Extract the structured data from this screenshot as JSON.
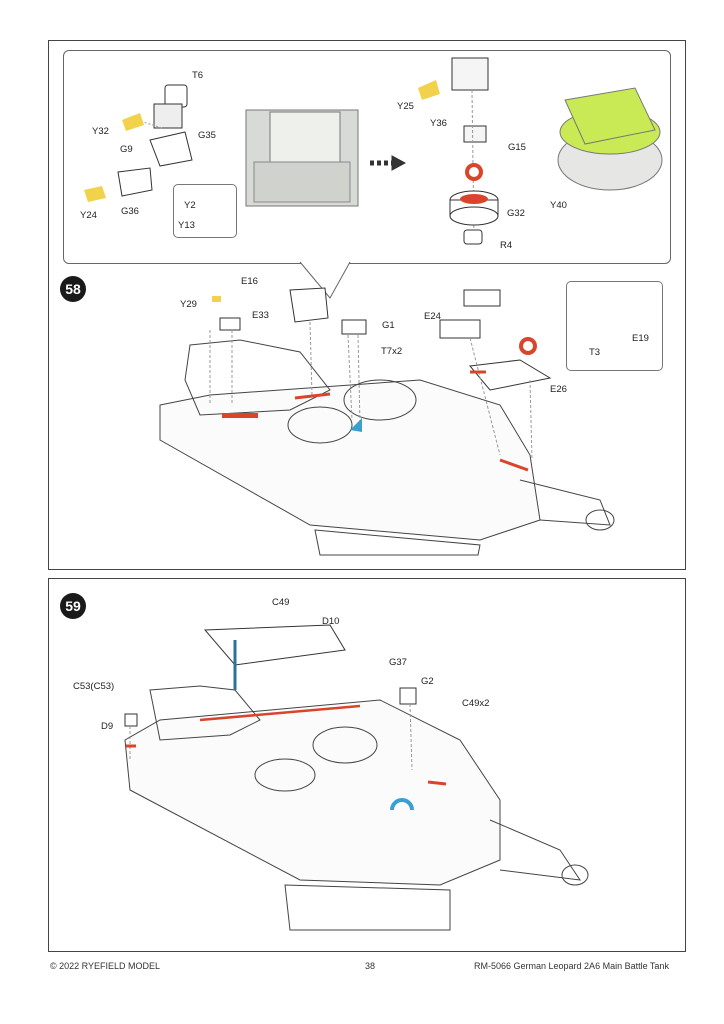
{
  "step58": {
    "number": "58",
    "labels": {
      "t6": "T6",
      "y32": "Y32",
      "g9": "G9",
      "g35": "G35",
      "y24": "Y24",
      "g36": "G36",
      "y2": "Y2",
      "y13": "Y13",
      "y25": "Y25",
      "y36": "Y36",
      "g15": "G15",
      "g32": "G32",
      "r4": "R4",
      "y40": "Y40",
      "e16": "E16",
      "y29": "Y29",
      "e33": "E33",
      "g1": "G1",
      "t7x2": "T7x2",
      "e24": "E24",
      "e26": "E26",
      "t3": "T3",
      "e19": "E19"
    }
  },
  "step59": {
    "number": "59",
    "labels": {
      "c49": "C49",
      "d10": "D10",
      "c53": "C53(C53)",
      "d9": "D9",
      "g37": "G37",
      "g2": "G2",
      "c49x2": "C49x2"
    }
  },
  "footer": {
    "copyright": "© 2022 RYEFIELD MODEL",
    "page": "38",
    "product": "RM-5066 German Leopard 2A6 Main Battle Tank"
  },
  "colors": {
    "callout_yellow": "#f2d24a",
    "glue_red": "#d9452b",
    "clear_blue": "#3aa0d0",
    "turret_green": "#c9ea54",
    "line": "#333333"
  }
}
